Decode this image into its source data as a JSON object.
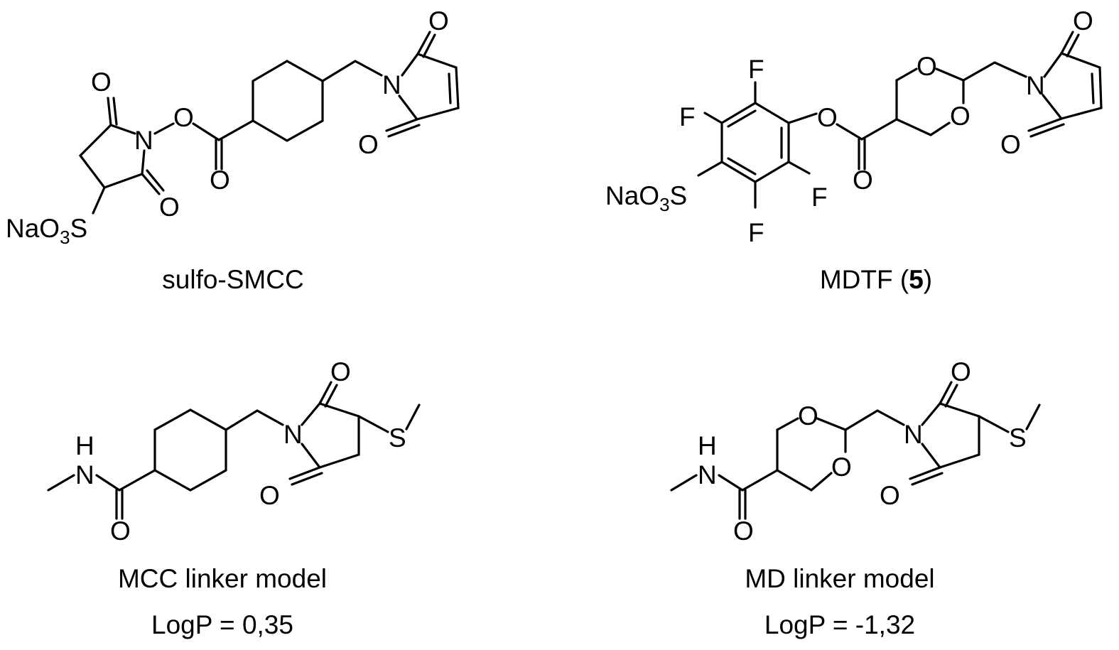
{
  "structures": [
    {
      "id": "sulfo-smcc",
      "caption": "sulfo-SMCC",
      "atom_labels": {
        "na_prefix": "NaO",
        "na_subscript": "3",
        "sulfur": "S",
        "nitrogen_nhs": "N",
        "ester_oxygen": "O",
        "nhs_carbonyl_top": "O",
        "nhs_carbonyl_bottom": "O",
        "ester_carbonyl": "O",
        "nitrogen_maleimide": "N",
        "maleimide_carbonyl_top": "O",
        "maleimide_carbonyl_bottom": "O"
      }
    },
    {
      "id": "mdtf",
      "caption_prefix": "MDTF (",
      "caption_bold": "5",
      "caption_suffix": ")",
      "atom_labels": {
        "fluorine_top": "F",
        "fluorine_left": "F",
        "fluorine_right": "F",
        "fluorine_bottom": "F",
        "na_prefix": "NaO",
        "na_subscript": "3",
        "sulfur": "S",
        "ester_oxygen": "O",
        "ester_carbonyl": "O",
        "dioxane_oxygen_top": "O",
        "dioxane_oxygen_bottom": "O",
        "nitrogen_maleimide": "N",
        "maleimide_carbonyl_top": "O",
        "maleimide_carbonyl_bottom": "O"
      }
    },
    {
      "id": "mcc-linker-model",
      "caption": "MCC linker model",
      "logp": "LogP = 0,35",
      "atom_labels": {
        "amide_h": "H",
        "amide_n": "N",
        "amide_carbonyl": "O",
        "nitrogen_succinimide": "N",
        "succinimide_carbonyl_top": "O",
        "succinimide_carbonyl_bottom": "O",
        "sulfur": "S"
      }
    },
    {
      "id": "md-linker-model",
      "caption": "MD linker model",
      "logp": "LogP = -1,32",
      "atom_labels": {
        "amide_h": "H",
        "amide_n": "N",
        "amide_carbonyl": "O",
        "dioxane_oxygen_top": "O",
        "dioxane_oxygen_bottom": "O",
        "nitrogen_succinimide": "N",
        "succinimide_carbonyl_top": "O",
        "succinimide_carbonyl_bottom": "O",
        "sulfur": "S"
      }
    }
  ]
}
